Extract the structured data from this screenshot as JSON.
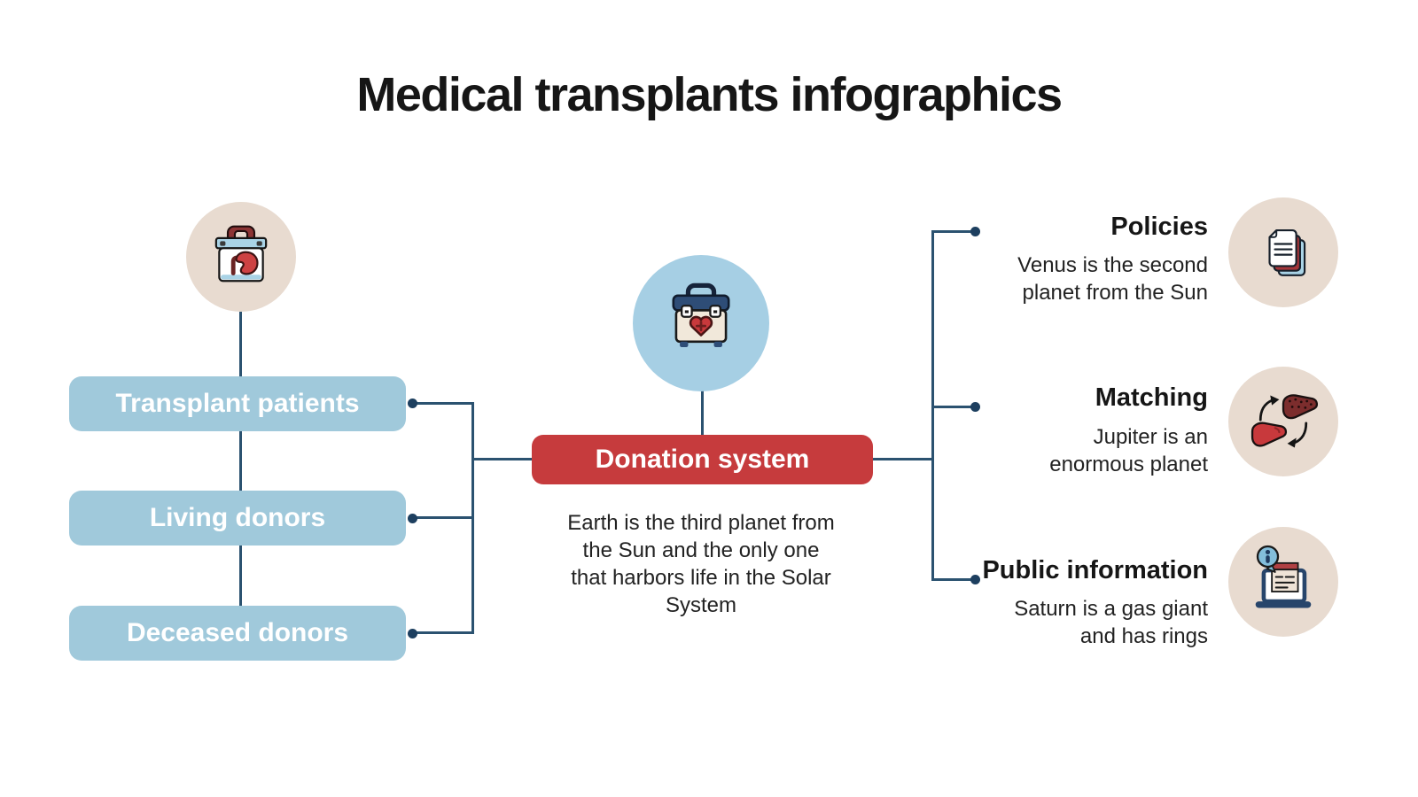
{
  "title": "Medical transplants infographics",
  "left_branch": {
    "icon": "organ-transport-box-icon",
    "nodes": [
      {
        "label": "Transplant patients"
      },
      {
        "label": "Living donors"
      },
      {
        "label": "Deceased donors"
      }
    ]
  },
  "center": {
    "icon": "first-aid-kit-icon",
    "node_label": "Donation system",
    "description": "Earth is the third planet from the Sun and the only one that harbors life in the Solar System"
  },
  "right_branch": {
    "items": [
      {
        "title": "Policies",
        "description": "Venus is the second planet from the Sun",
        "icon": "documents-icon"
      },
      {
        "title": "Matching",
        "description": "Jupiter is an enormous planet",
        "icon": "organ-exchange-icon"
      },
      {
        "title": "Public information",
        "description": "Saturn is a gas giant and has rings",
        "icon": "laptop-info-icon"
      }
    ]
  },
  "colors": {
    "background": "#ffffff",
    "node_blue": "#a0c9db",
    "node_red": "#c63b3d",
    "connector_line": "#2b5270",
    "connector_dot": "#1d3f5f",
    "badge_beige": "#e8dbd0",
    "badge_blue": "#a6cfe4",
    "heading_text": "#161616",
    "body_text": "#222222",
    "node_text": "#ffffff"
  }
}
